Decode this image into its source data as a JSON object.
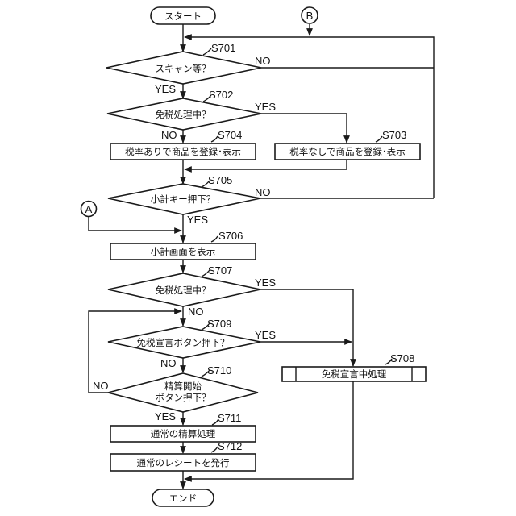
{
  "flowchart": {
    "terminals": {
      "start": "スタート",
      "end": "エンド"
    },
    "connectors": {
      "a": "A",
      "b": "B"
    },
    "steps": {
      "s701": {
        "id": "S701",
        "text": "スキャン等？",
        "yes": "YES",
        "no": "NO"
      },
      "s702": {
        "id": "S702",
        "text": "免税処理中？",
        "yes": "YES",
        "no": "NO"
      },
      "s703": {
        "id": "S703",
        "text": "税率なしで商品を登録･表示"
      },
      "s704": {
        "id": "S704",
        "text": "税率ありで商品を登録･表示"
      },
      "s705": {
        "id": "S705",
        "text": "小計キー押下？",
        "yes": "YES",
        "no": "NO"
      },
      "s706": {
        "id": "S706",
        "text": "小計画面を表示"
      },
      "s707": {
        "id": "S707",
        "text": "免税処理中？",
        "yes": "YES",
        "no": "NO"
      },
      "s708": {
        "id": "S708",
        "text": "免税宣言中処理"
      },
      "s709": {
        "id": "S709",
        "text": "免税宣言ボタン押下？",
        "yes": "YES",
        "no": "NO"
      },
      "s710": {
        "id": "S710",
        "text_line1": "精算開始",
        "text_line2": "ボタン押下？",
        "yes": "YES",
        "no": "NO"
      },
      "s711": {
        "id": "S711",
        "text": "通常の精算処理"
      },
      "s712": {
        "id": "S712",
        "text": "通常のレシートを発行"
      }
    }
  }
}
